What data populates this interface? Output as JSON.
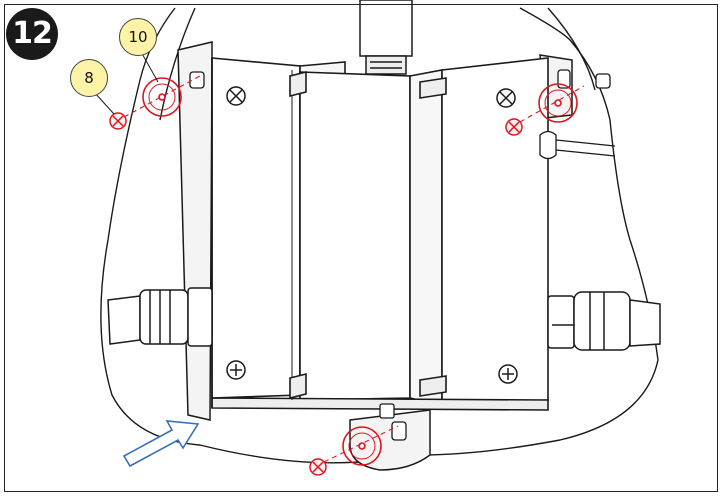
{
  "step": {
    "number": "12"
  },
  "callouts": [
    {
      "label": "10"
    },
    {
      "label": "8"
    }
  ],
  "colors": {
    "line": "#1a1a1a",
    "highlight": "#e0141e",
    "callout_fill": "#fff3a8",
    "arrow": "#3a6fb5",
    "panel": "#ffffff"
  },
  "icons": {
    "step_badge": "step-number-badge",
    "arrow": "direction-arrow-icon",
    "screw": "screw-icon",
    "washer": "washer-icon"
  }
}
